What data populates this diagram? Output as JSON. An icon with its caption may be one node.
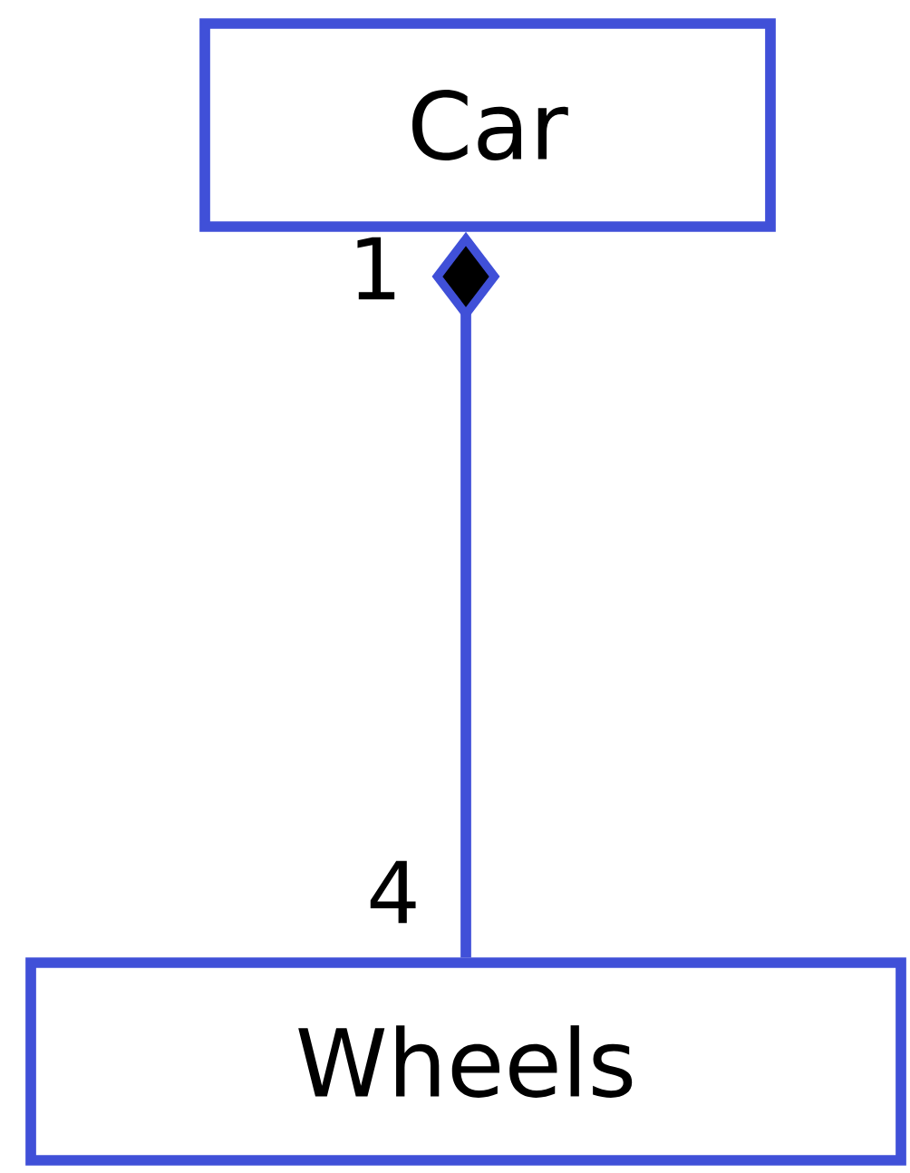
{
  "diagram": {
    "nodes": [
      {
        "text": [
          "Car"
        ]
      },
      {
        "text": [
          "Wheels"
        ]
      }
    ],
    "edges": [
      {
        "from": 0,
        "to": 1,
        "arrow": "other"
      }
    ],
    "labels": [
      "1",
      "4"
    ]
  }
}
